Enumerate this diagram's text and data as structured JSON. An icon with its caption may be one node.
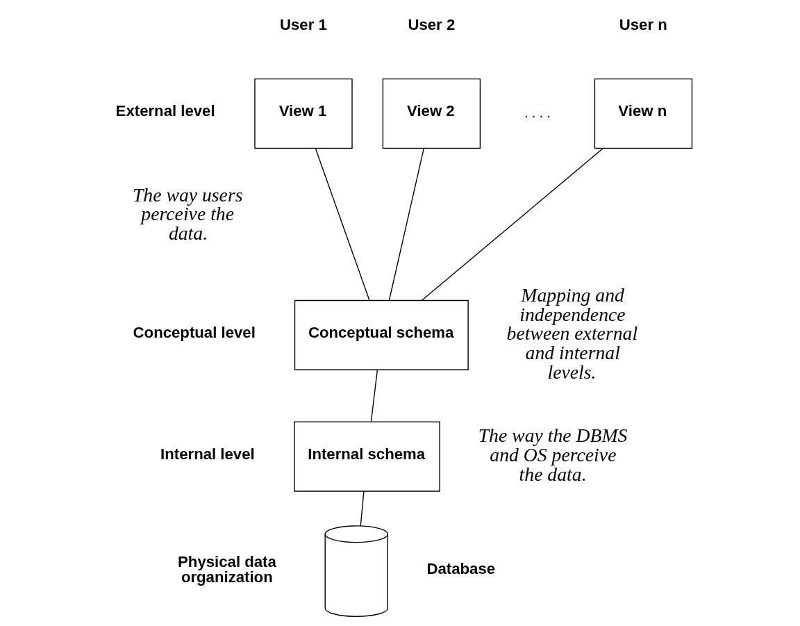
{
  "diagram": {
    "nodes": [
      {
        "text": [
          "View 1"
        ],
        "beside": [
          "User 1"
        ]
      },
      {
        "text": [
          "View 2"
        ],
        "beside": [
          "User 2"
        ]
      },
      {
        "text": [
          "View n"
        ],
        "beside": [
          "User n"
        ]
      },
      {
        "text": [
          "Conceptual schema"
        ]
      },
      {
        "text": [
          "Internal schema"
        ]
      },
      {
        "text": [],
        "shape": "cylinder",
        "beside": [
          "Database"
        ]
      }
    ],
    "edges": [
      {
        "from": 0,
        "to": 3,
        "arrow": "none"
      },
      {
        "from": 1,
        "to": 3,
        "arrow": "none"
      },
      {
        "from": 2,
        "to": 3,
        "arrow": "none"
      },
      {
        "from": 3,
        "to": 4,
        "arrow": "none"
      },
      {
        "from": 4,
        "to": 5,
        "arrow": "none"
      }
    ],
    "labels": [
      "External level",
      "The way users perceive the data.",
      "Conceptual level",
      "Mapping and independence between external and internal levels.",
      "Internal level",
      "The way the DBMS and OS perceive the data.",
      "Physical data organization",
      ". . . ."
    ]
  }
}
